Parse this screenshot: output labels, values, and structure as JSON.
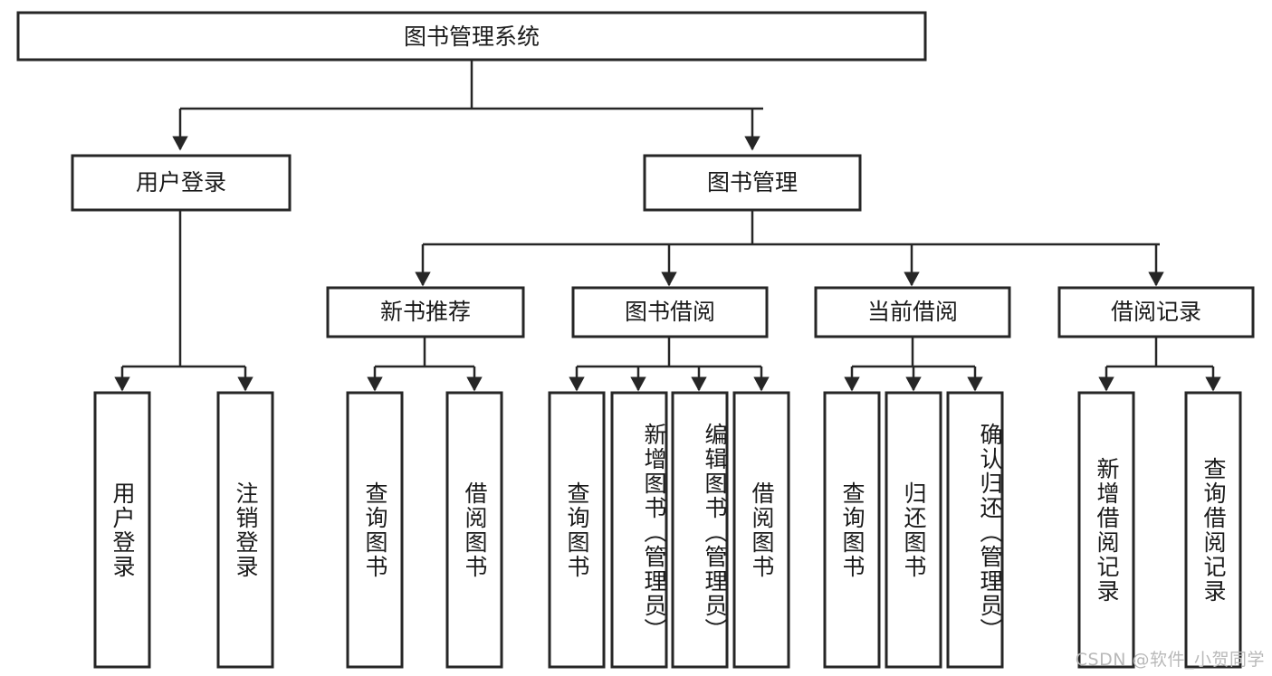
{
  "diagram": {
    "type": "tree-hierarchy-chart",
    "title": "图书管理系统",
    "root": {
      "label": "图书管理系统"
    },
    "level2": [
      {
        "label": "用户登录"
      },
      {
        "label": "图书管理"
      }
    ],
    "level3": [
      {
        "label": "新书推荐"
      },
      {
        "label": "图书借阅"
      },
      {
        "label": "当前借阅"
      },
      {
        "label": "借阅记录"
      }
    ],
    "leaves": {
      "user_login": [
        {
          "label": "用户登录"
        },
        {
          "label": "注销登录"
        }
      ],
      "new_book_recommend": [
        {
          "label": "查询图书"
        },
        {
          "label": "借阅图书"
        }
      ],
      "book_borrow": [
        {
          "label": "查询图书"
        },
        {
          "label": "新增图书（管理员）"
        },
        {
          "label": "编辑图书（管理员）"
        },
        {
          "label": "借阅图书"
        }
      ],
      "current_borrow": [
        {
          "label": "查询图书"
        },
        {
          "label": "归还图书"
        },
        {
          "label": "确认归还（管理员）"
        }
      ],
      "borrow_record": [
        {
          "label": "新增借阅记录"
        },
        {
          "label": "查询借阅记录"
        }
      ]
    }
  },
  "watermark": {
    "text": "CSDN @软件_小贺同学"
  },
  "colors": {
    "stroke": "#262626",
    "fill": "#ffffff",
    "text": "#1a1a1a",
    "watermark": "#b9b9b9"
  }
}
